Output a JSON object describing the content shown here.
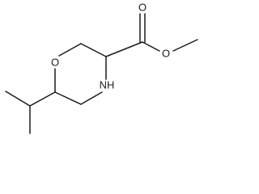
{
  "molecule": {
    "atoms": {
      "ring_oxygen": "O",
      "ring_nitrogen": "NH",
      "carbonyl_oxygen": "O",
      "ester_oxygen": "O"
    }
  },
  "colors": {
    "bond": "#1a1a1a",
    "background": "#ffffff"
  }
}
